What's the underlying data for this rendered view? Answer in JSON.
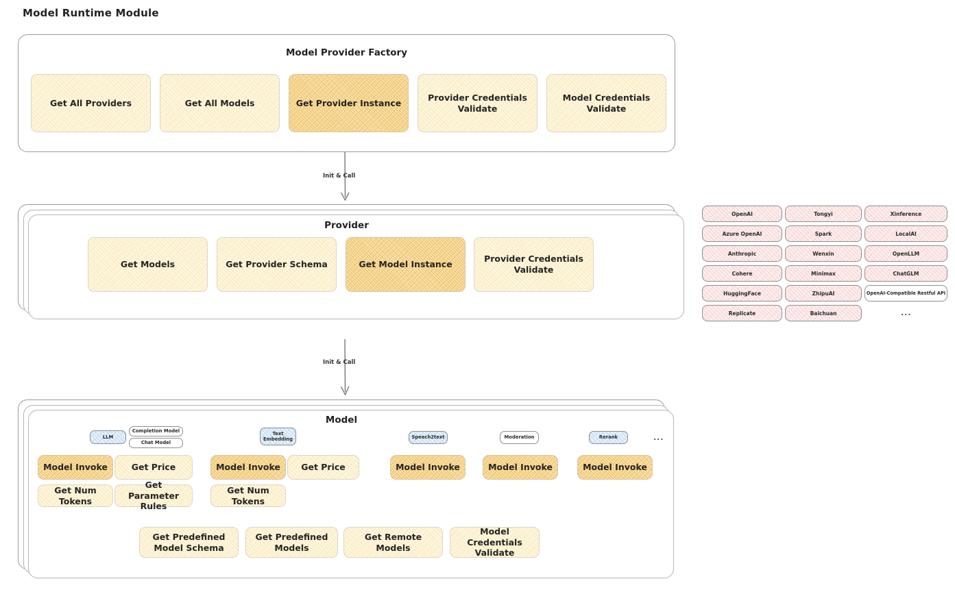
{
  "page": {
    "title": "Model Runtime Module"
  },
  "colors": {
    "cream": "#fdf6df",
    "amber": "#fae3b0",
    "rose": "#fdeeee",
    "blue": "#e6f1fb",
    "border": "#9a9a9a",
    "text": "#242424"
  },
  "factory": {
    "title": "Model Provider Factory",
    "nodes": [
      {
        "label": "Get All Providers",
        "highlight": false
      },
      {
        "label": "Get All Models",
        "highlight": false
      },
      {
        "label": "Get Provider Instance",
        "highlight": true
      },
      {
        "label": "Provider Credentials Validate",
        "highlight": false
      },
      {
        "label": "Model Credentials Validate",
        "highlight": false
      }
    ]
  },
  "arrows": [
    {
      "label": "Init & Call"
    },
    {
      "label": "Init & Call"
    }
  ],
  "provider": {
    "title": "Provider",
    "nodes": [
      {
        "label": "Get Models",
        "highlight": false
      },
      {
        "label": "Get Provider Schema",
        "highlight": false
      },
      {
        "label": "Get Model Instance",
        "highlight": true
      },
      {
        "label": "Provider Credentials Validate",
        "highlight": false
      }
    ]
  },
  "provider_list": {
    "columns": [
      {
        "items": [
          "OpenAI",
          "Azure OpenAI",
          "Anthropic",
          "Cohere",
          "HuggingFace",
          "Replicate"
        ]
      },
      {
        "items": [
          "Tongyi",
          "Spark",
          "Wenxin",
          "Minimax",
          "ZhipuAI",
          "Baichuan"
        ]
      },
      {
        "items": [
          "Xinference",
          "LocalAI",
          "OpenLLM",
          "ChatGLM",
          "OpenAI-Compatible Restful API"
        ]
      }
    ],
    "more": "..."
  },
  "model": {
    "title": "Model",
    "more": "...",
    "groups": [
      {
        "badge": "LLM",
        "sub_badges": [
          "Completion Model",
          "Chat Model"
        ],
        "nodes": [
          {
            "label": "Model Invoke",
            "highlight": true
          },
          {
            "label": "Get Price",
            "highlight": false
          },
          {
            "label": "Get Num Tokens",
            "highlight": false
          },
          {
            "label": "Get Parameter Rules",
            "highlight": false
          }
        ]
      },
      {
        "badge": "Text Embedding",
        "sub_badges": [],
        "nodes": [
          {
            "label": "Model Invoke",
            "highlight": true
          },
          {
            "label": "Get Price",
            "highlight": false
          },
          {
            "label": "Get Num Tokens",
            "highlight": false
          }
        ]
      },
      {
        "badge": "Speech2text",
        "sub_badges": [],
        "nodes": [
          {
            "label": "Model Invoke",
            "highlight": true
          }
        ]
      },
      {
        "badge": "Moderation",
        "sub_badges": [],
        "nodes": [
          {
            "label": "Model Invoke",
            "highlight": true
          }
        ]
      },
      {
        "badge": "Rerank",
        "sub_badges": [],
        "nodes": [
          {
            "label": "Model Invoke",
            "highlight": true
          }
        ]
      }
    ],
    "common_nodes": [
      {
        "label": "Get Predefined Model Schema"
      },
      {
        "label": "Get Predefined Models"
      },
      {
        "label": "Get Remote Models"
      },
      {
        "label": "Model Credentials Validate"
      }
    ]
  }
}
